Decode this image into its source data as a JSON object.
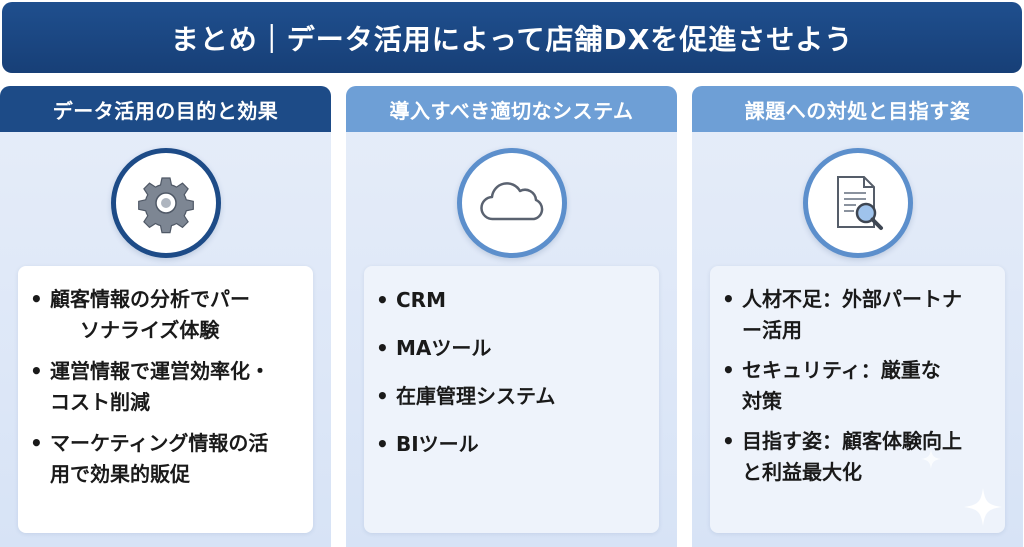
{
  "title": "まとめ｜データ活用によって店舗DXを促進させよう",
  "columns": [
    {
      "header": "データ活用の目的と効果",
      "icon": "gear-icon",
      "items": [
        [
          "顧客情報の分析でパー",
          "ソナライズ体験"
        ],
        [
          "運営情報で運営効率化・",
          "コスト削減"
        ],
        [
          "マーケティング情報の活",
          "用で効果的販促"
        ]
      ]
    },
    {
      "header": "導入すべき適切なシステム",
      "icon": "cloud-icon",
      "items": [
        "CRM",
        "MAツール",
        "在庫管理システム",
        "BIツール"
      ]
    },
    {
      "header": "課題への対処と目指す姿",
      "icon": "document-search-icon",
      "items": [
        [
          "人材不足：外部パートナ",
          "ー活用"
        ],
        [
          "セキュリティ：厳重な",
          "対策"
        ],
        [
          "目指す姿：顧客体験向上",
          "と利益最大化"
        ]
      ]
    }
  ],
  "colors": {
    "title_bg": "#1f4f8e",
    "header_dark": "#1d4b87",
    "header_light": "#6e9fd6",
    "panel_bg": "#dfe8f7"
  }
}
